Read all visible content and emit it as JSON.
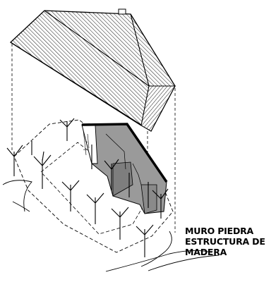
{
  "caption": {
    "lines": [
      "MURO PIEDRA",
      "ESTRUCTURA DE",
      "MADERA"
    ]
  },
  "colors": {
    "line": "#000000",
    "roof_fill": "#ffffff",
    "wall_fill": "#9a9a9a",
    "wall_dark": "#7e7e7e",
    "background": "#ffffff"
  },
  "icons": [
    "roof-skylight-icon",
    "tree-post-icon"
  ]
}
